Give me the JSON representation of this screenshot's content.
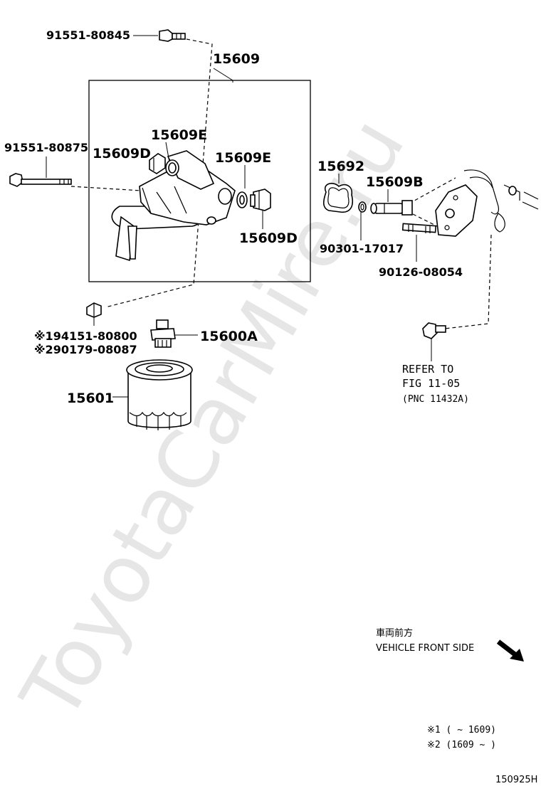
{
  "watermark": "ToyotaCarMire.ru",
  "parts": {
    "bolt_top": "91551-80845",
    "assembly": "15609",
    "bolt_left": "91551-80875",
    "plug_d_left": "15609D",
    "ring_e_left": "15609E",
    "ring_e_right": "15609E",
    "plug_d_right": "15609D",
    "gasket": "15692",
    "pipe_b": "15609B",
    "oring": "90301-17017",
    "stud": "90126-08054",
    "alt_bolt_1": "※194151-80800",
    "alt_bolt_2": "※290179-08087",
    "union": "15600A",
    "filter": "15601"
  },
  "refer": {
    "line1": "REFER TO",
    "line2": "FIG 11-05",
    "line3": "(PNC 11432A)"
  },
  "front_side": {
    "japanese": "車両前方",
    "english": "VEHICLE FRONT SIDE"
  },
  "footnotes": {
    "note1": "※1 (      ~ 1609)",
    "note2": "※2 (1609 ~      )"
  },
  "figure_id": "150925H"
}
